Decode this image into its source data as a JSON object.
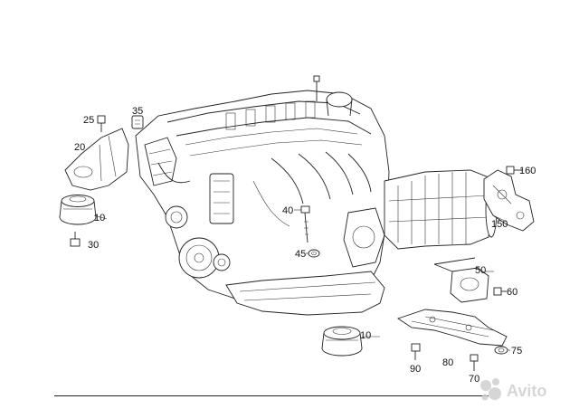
{
  "callouts": {
    "c10a": "10",
    "c10b": "10",
    "c20": "20",
    "c25": "25",
    "c30": "30",
    "c35": "35",
    "c40": "40",
    "c45": "45",
    "c50": "50",
    "c60": "60",
    "c70": "70",
    "c75": "75",
    "c80": "80",
    "c90": "90",
    "c150": "150",
    "c160": "160"
  },
  "watermark": {
    "brand": "Avito",
    "color": "#d9d9d9"
  },
  "colors": {
    "line": "#222222",
    "background": "#ffffff"
  }
}
